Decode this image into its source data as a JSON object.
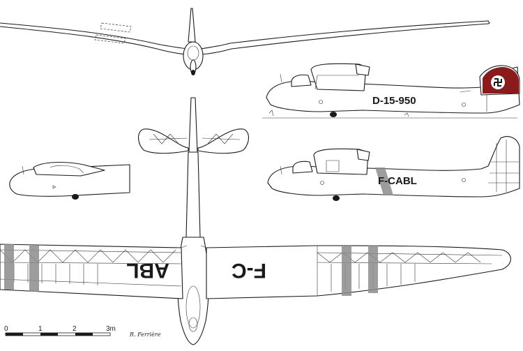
{
  "registrations": {
    "side_view_upper": "D-15-950",
    "side_view_lower": "F-CABL",
    "wing_underside_right": "F-C",
    "wing_underside_left": "ABL"
  },
  "scale_bar": {
    "labels": [
      "0",
      "1",
      "2",
      "3m"
    ]
  },
  "signature": "R. Ferrière",
  "colors": {
    "line": "#1a1a1a",
    "band": "#8c8c8c",
    "tail_marking": "#8b1a1a",
    "background": "#ffffff"
  }
}
